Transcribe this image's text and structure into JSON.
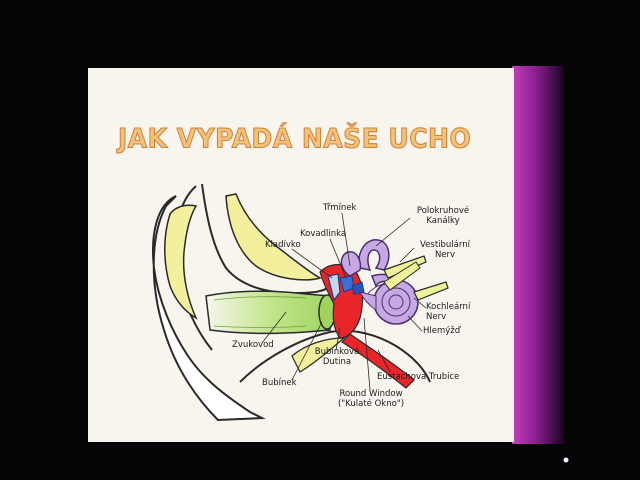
{
  "slide": {
    "title": "JAK VYPADÁ NAŠE UCHO"
  },
  "labels": {
    "trminek": "Třmínek",
    "kovadlinka": "Kovadlinka",
    "kladivko": "Kladívko",
    "polokruhove": "Polokruhové Kanálky",
    "vestibularni": "Vestibulární Nerv",
    "kochlearni": "Kochleární Nerv",
    "hlemyzd": "Hlemýžď",
    "zvukovod": "Zvukovod",
    "bubinkova": "Bubínková Dutina",
    "bubinek": "Bubínek",
    "eustachova": "Eustachova Trubice",
    "round_window": "Round Window (\"Kulaté Okno\")"
  },
  "colors": {
    "projection_screen": "#f7f5ee",
    "title_fill": "#f3c27a",
    "title_outline": "#d2813a",
    "cartilage_yellow": "#f4ef9c",
    "canal_green": "#b2e07a",
    "middle_ear_red": "#e8262a",
    "inner_ear_purple": "#c8a8e4",
    "nerve_yellow": "#eef09a",
    "side_glow_purple": "#8a1f8f"
  }
}
